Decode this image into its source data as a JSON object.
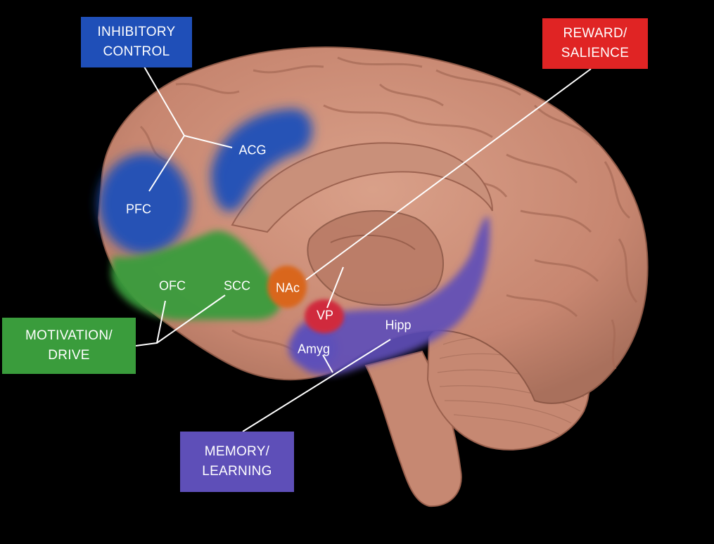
{
  "colors": {
    "background": "#000000",
    "brain": "#c98b75",
    "brain_dark": "#9d6350",
    "inhibitory": "#1f4fb8",
    "reward": "#e02424",
    "motivation": "#3a9c3c",
    "memory": "#5e4fb8",
    "nac": "#d9661c",
    "vp": "#d02a3c",
    "connector": "#ffffff"
  },
  "categories": {
    "inhibitory": {
      "line1": "INHIBITORY",
      "line2": "CONTROL"
    },
    "reward": {
      "line1": "REWARD/",
      "line2": "SALIENCE"
    },
    "motivation": {
      "line1": "MOTIVATION/",
      "line2": "DRIVE"
    },
    "memory": {
      "line1": "MEMORY/",
      "line2": "LEARNING"
    }
  },
  "regions": {
    "pfc": "PFC",
    "acg": "ACG",
    "ofc": "OFC",
    "scc": "SCC",
    "nac": "NAc",
    "vp": "VP",
    "amyg": "Amyg",
    "hipp": "Hipp"
  }
}
